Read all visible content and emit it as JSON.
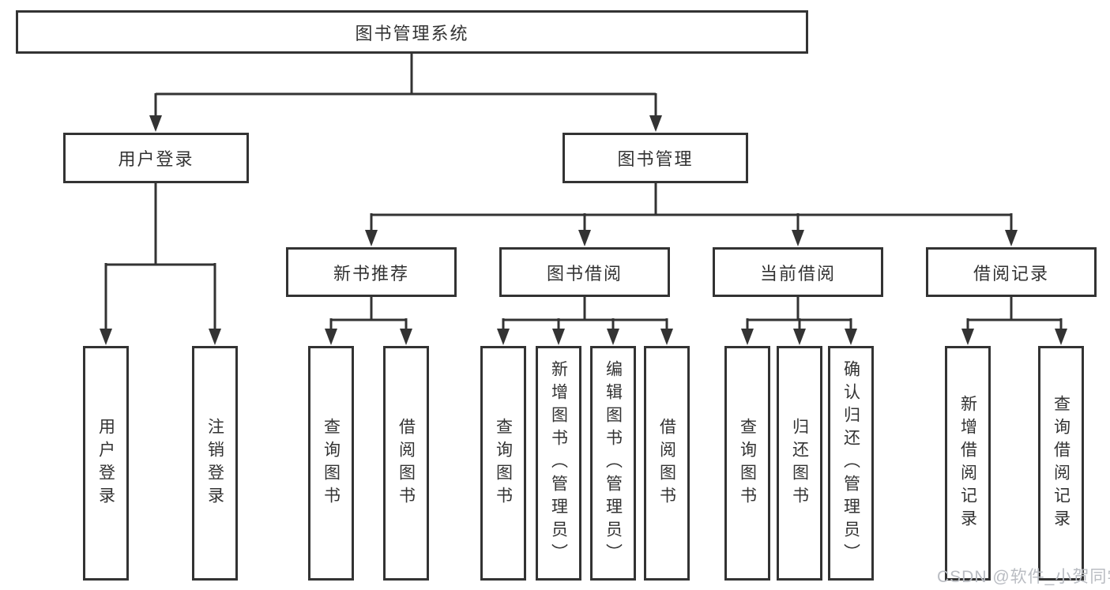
{
  "nodes": {
    "root": "图书管理系统",
    "user_login": "用户登录",
    "book_management": "图书管理",
    "new_book_recommend": "新书推荐",
    "book_borrow": "图书借阅",
    "current_borrow": "当前借阅",
    "borrow_records": "借阅记录",
    "leaf_user_login": "用户登录",
    "leaf_logout": "注销登录",
    "leaf_query_books_recommend": "查询图书",
    "leaf_borrow_books_recommend": "借阅图书",
    "leaf_query_books_borrow": "查询图书",
    "leaf_add_books_admin": "新增图书（管理员）",
    "leaf_edit_books_admin": "编辑图书（管理员）",
    "leaf_borrow_books_borrow": "借阅图书",
    "leaf_query_books_current": "查询图书",
    "leaf_return_books": "归还图书",
    "leaf_confirm_return_admin": "确认归还（管理员）",
    "leaf_add_borrow_record": "新增借阅记录",
    "leaf_query_borrow_record": "查询借阅记录"
  },
  "hierarchy": {
    "图书管理系统": {
      "用户登录": [
        "用户登录",
        "注销登录"
      ],
      "图书管理": {
        "新书推荐": [
          "查询图书",
          "借阅图书"
        ],
        "图书借阅": [
          "查询图书",
          "新增图书（管理员）",
          "编辑图书（管理员）",
          "借阅图书"
        ],
        "当前借阅": [
          "查询图书",
          "归还图书",
          "确认归还（管理员）"
        ],
        "借阅记录": [
          "新增借阅记录",
          "查询借阅记录"
        ]
      }
    }
  },
  "watermark": "CSDN @软件_小贺同学",
  "colors": {
    "line": "#333333",
    "text": "#333333",
    "watermark": "#b9bcc2",
    "background": "#ffffff"
  }
}
